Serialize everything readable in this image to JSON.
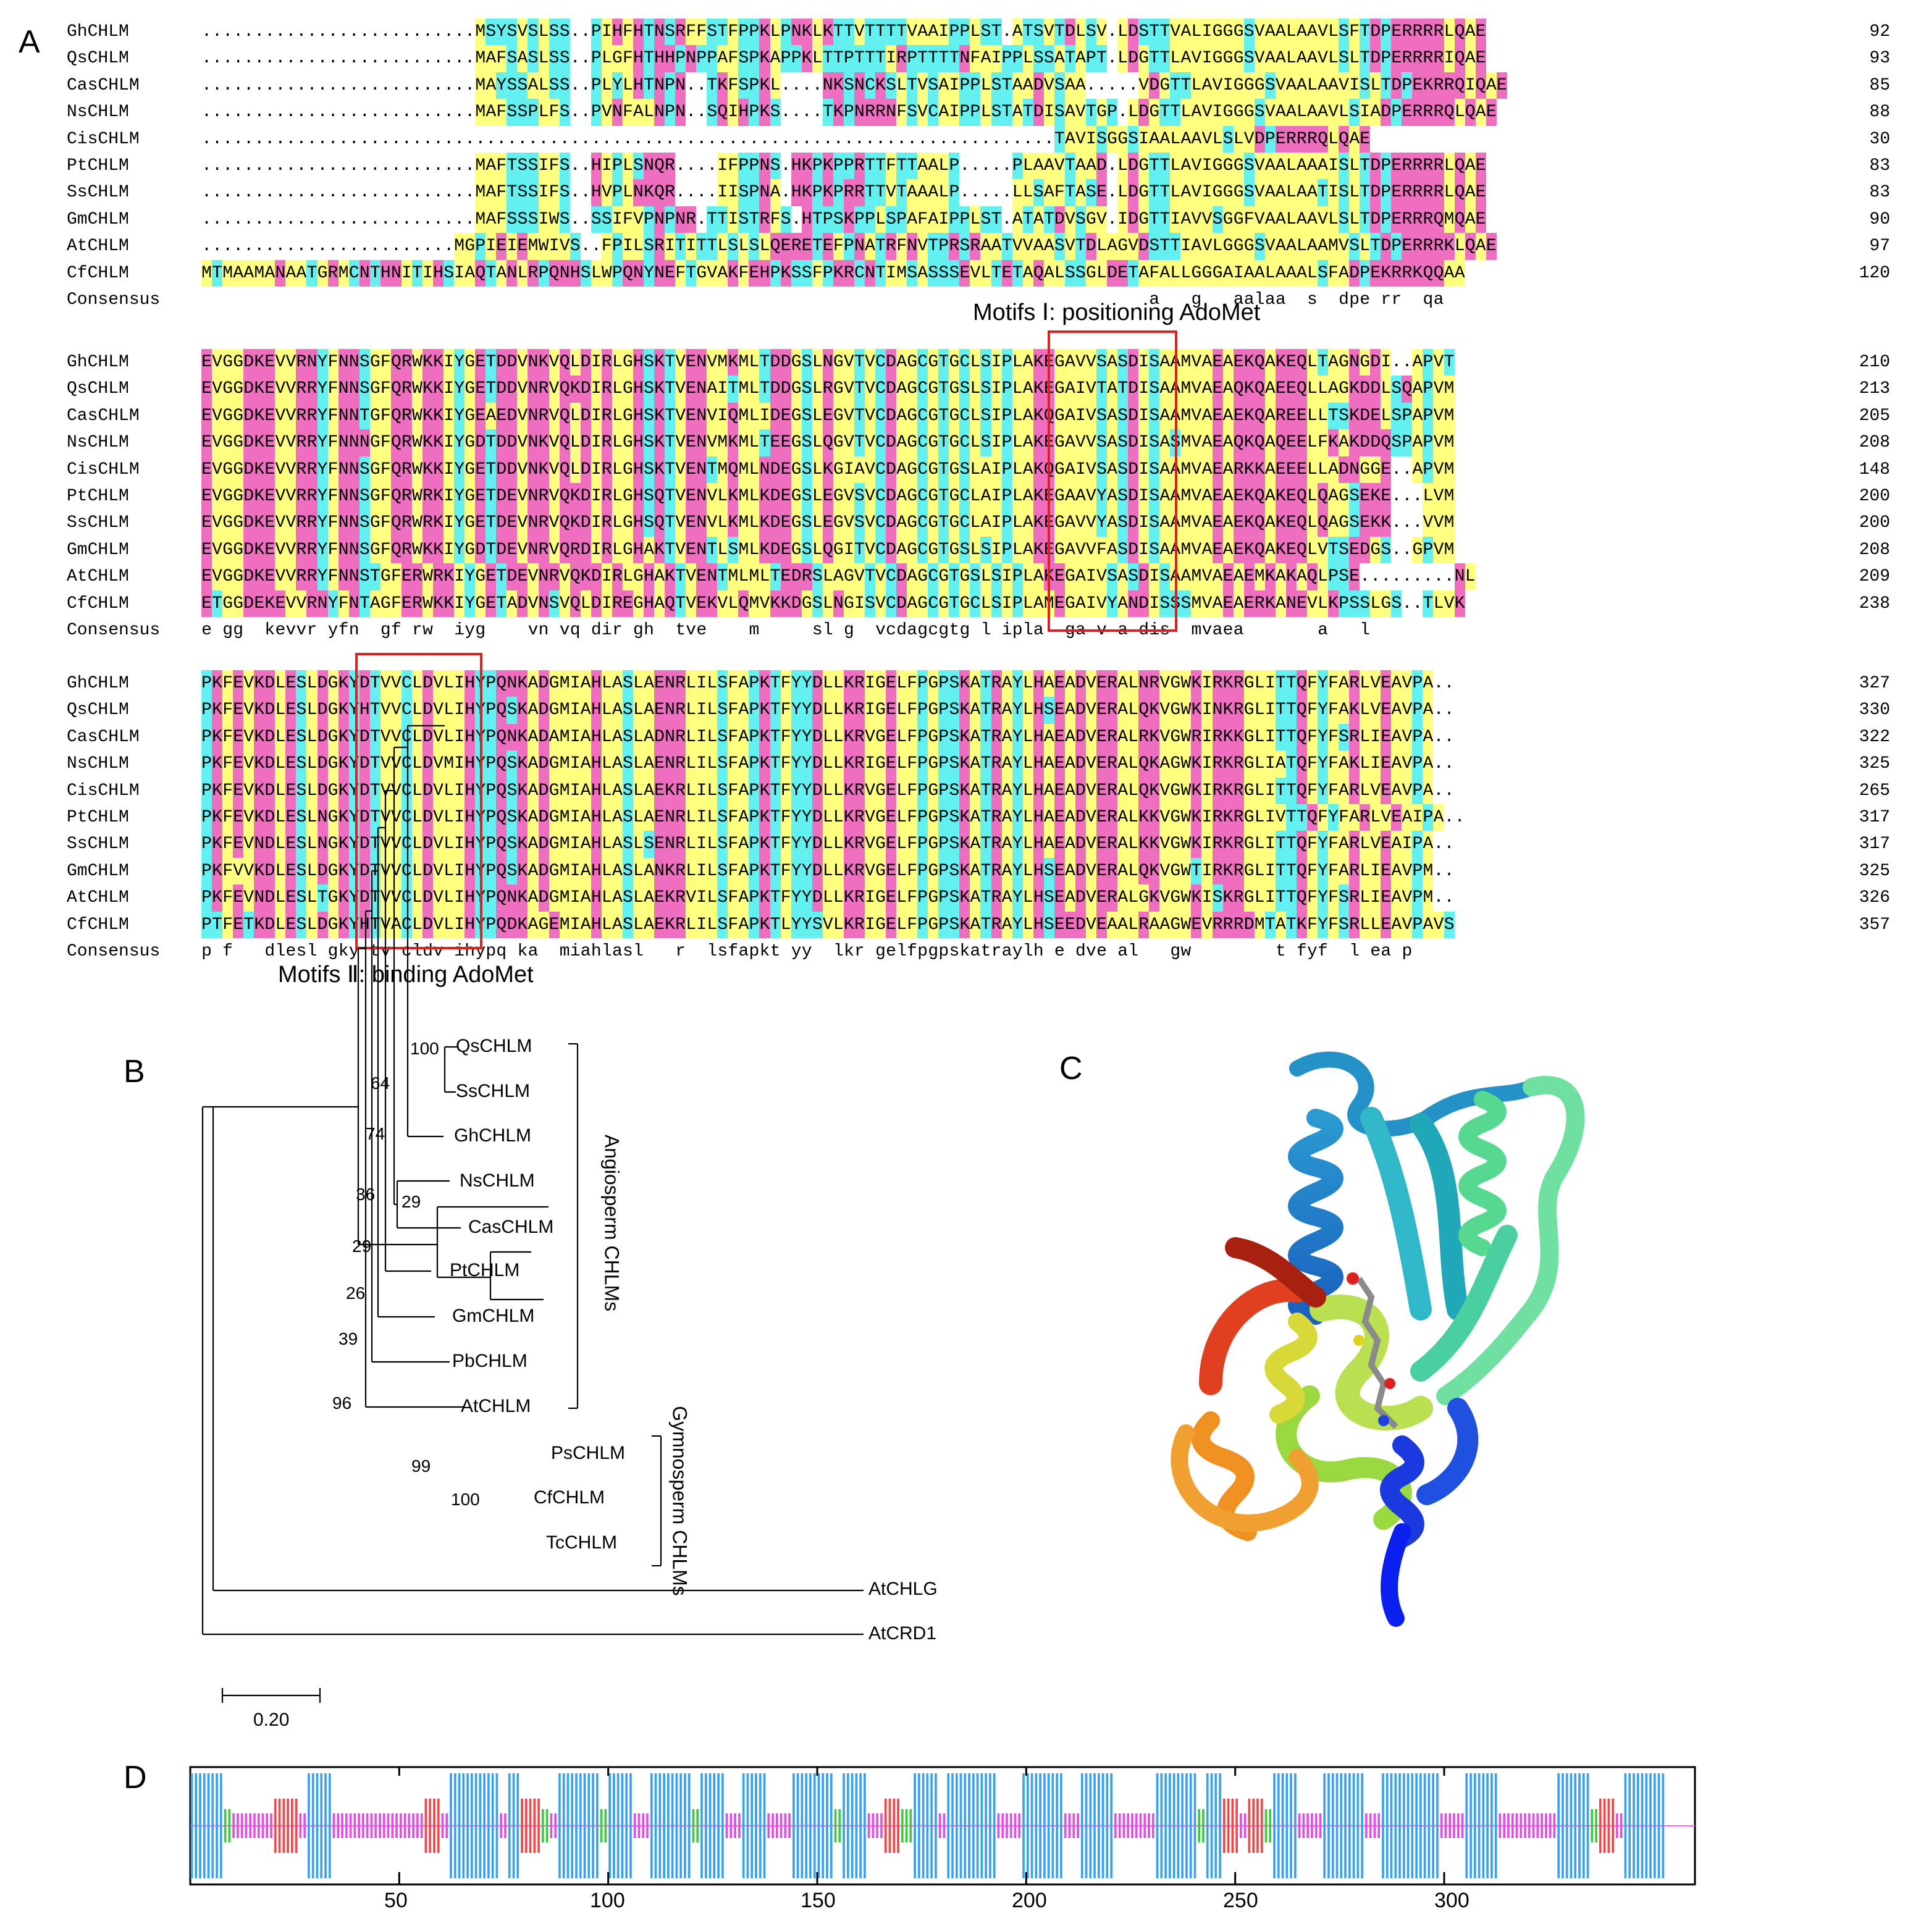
{
  "panels": {
    "a": "A",
    "b": "B",
    "c": "C",
    "d": "D"
  },
  "colors": {
    "yellow": "#ffff80",
    "pink": "#f06ec0",
    "cyan": "#63f0f0",
    "motif_box": "#e02020"
  },
  "alignment": {
    "blocks": [
      {
        "rows": [
          {
            "name": "GhCHLM",
            "seq": "..........................MSYSVSLSS..PIHFHTNSRFFSTFPPKLPNKLKTTVTTTTVAAIPPLST.ATSVTDLSV.LDSTTVALIGGGSVAALAAVLSFTDPERRRRLQAE",
            "num": "92"
          },
          {
            "name": "QsCHLM",
            "seq": "..........................MAFSASLSS..PLGFHTHHPNPPAFSPKAPPKLTTPTTTIRPTTTTNFAIPPLSSATAPT.LDGTTLAVIGGGSVAALAAVLSLTDPERRRRIQAE",
            "num": "93"
          },
          {
            "name": "CasCHLM",
            "seq": "..........................MAYSSALSS..PLYLHTNPN..TKFSPKL....NKSNCKSLTVSAIPPLSTAADVSAA.....VDGTTLAVIGGGSVAALAAVISLTDPEKRRQIQAE",
            "num": "85"
          },
          {
            "name": "NsCHLM",
            "seq": "..........................MAFSSPLFS..PVNFALNPN..SQIHPKS....TKPNRRNFSVCAIPPLSTATDISAVTGP.LDGTTLAVIGGGSVAALAAVLSIADPERRRQLQAE",
            "num": "88"
          },
          {
            "name": "CisCHLM",
            "seq": ".................................................................................TAVISGGSIAALAAVLSLVDPERRRQLQAE",
            "num": "30"
          },
          {
            "name": "PtCHLM",
            "seq": "..........................MAFTSSIFS..HIPLSNQR....IFPPNS.HKPKPPRTTFTTAALP.....PLAAVTAAD.LDGTTLAVIGGGSVAALAAAISLTDPERRRRLQAE",
            "num": "83"
          },
          {
            "name": "SsCHLM",
            "seq": "..........................MAFTSSIFS..HVPLNKQR....IISPNA.HKPKPRRTTVTAAALP.....LLSAFTASE.LDGTTLAVIGGGSVAALAATISLTDPERRRRLQAE",
            "num": "83"
          },
          {
            "name": "GmCHLM",
            "seq": "..........................MAFSSSIWS..SSIFVPNPNR.TTISTRFS.HTPSKPPLSPAFAIPPLST.ATATDVSGV.IDGTTIAVVSGGFVAALAAVLSLTDPERRRQMQAE",
            "num": "90"
          },
          {
            "name": "AtCHLM",
            "seq": "........................MGPIEIEMWIVS..FPILSRITITTLSLSLQERETEFPNATRFNVTPRSRAATVVAASVTDLAGVDSTTIAVLGGGSVAALAAMVSLTDPERRRKLQAE",
            "num": "97"
          },
          {
            "name": "CfCHLM",
            "seq": "MTMAAMANAATGRMCNTHNITIHSIAQTANLRPQNHSLWPQNYNEFTGVAKFEHPKSSFPKRCNTIMSASSSEVLTETAQALSSGLDETAFALLGGGAIAALAAALSFADPEKRRKQQAA",
            "num": "120"
          },
          {
            "name": "Consensus",
            "seq": "                                                                                          a   g   aalaa  s  dpe rr  qa",
            "num": ""
          }
        ]
      },
      {
        "rows": [
          {
            "name": "GhCHLM",
            "seq": "EVGGDKEVVRNYFNNSGFQRWKKIYGETDDVNKVQLDIRLGHSKTVENVMKMLTDDGSLNGVTVCDAGCGTGCLSIPLAKEGAVVSASDISAAMVAEAEKQAKEQLTAGNGDI..APVT",
            "num": "210"
          },
          {
            "name": "QsCHLM",
            "seq": "EVGGDKEVVRRYFNNSGFQRWKKIYGETDDVNRVQKDIRLGHSKTVENAITMLTDDGSLRGVTVCDAGCGTGSLSIPLAKEGAIVTATDISAAMVAEAQKQAEEQLLAGKDDLSQAPVM",
            "num": "213"
          },
          {
            "name": "CasCHLM",
            "seq": "EVGGDKEVVRRYFNNTGFQRWKKIYGEAEDVNRVQLDIRLGHSKTVENVIQMLIDEGSLEGVTVCDAGCGTGCLSIPLAKQGAIVSASDISAAMVAEAEKQAREELLTSKDELSPAPVM",
            "num": "205"
          },
          {
            "name": "NsCHLM",
            "seq": "EVGGDKEVVRRYFNNNGFQRWKKIYGDTDDVNKVQLDIRLGHSKTVENVMKMLTEEGSLQGVTVCDAGCGTGCLSIPLAKEGAVVSASDISASMVAEAQKQAQEELFKAKDDQSPAPVM",
            "num": "208"
          },
          {
            "name": "CisCHLM",
            "seq": "EVGGDKEVVRRYFNNSGFQRWKKIYGETDDVNKVQLDIRLGHSKTVENTMQMLNDEGSLKGIAVCDAGCGTGSLAIPLAKQGAIVSASDISAAMVAEARKKAEEELLADNGGE..APVM",
            "num": "148"
          },
          {
            "name": "PtCHLM",
            "seq": "EVGGDKEVVRRYFNNSGFQRWRKIYGETDEVNRVQKDIRLGHSQTVENVLKMLKDEGSLEGVSVCDAGCGTGCLAIPLAKEGAAVYASDISAAMVAEAEKQAKEQLQAGSEKE...LVM",
            "num": "200"
          },
          {
            "name": "SsCHLM",
            "seq": "EVGGDKEVVRRYFNNSGFQRWRKIYGETDEVNRVQKDIRLGHSQTVENVLKMLKDEGSLEGVSVCDAGCGTGCLAIPLAKEGAVVYASDISAAMVAEAEKQAKEQLQAGSEKK...VVM",
            "num": "200"
          },
          {
            "name": "GmCHLM",
            "seq": "EVGGDKEVVRRYFNNSGFQRWKKIYGDTDEVNRVQRDIRLGHAKTVENTLSMLKDEGSLQGITVCDAGCGTGSLSIPLAKEGAVVFASDISAAMVAEAEKQAKEQLVTSEDGS..GPVM",
            "num": "208"
          },
          {
            "name": "AtCHLM",
            "seq": "EVGGDKEVVRRYFNNSTGFERWRKIYGETDEVNRVQKDIRLGHAKTVENTMLMLTEDRSLAGVTVCDAGCGTGSLSIPLAKEGAIVSASDISAAMVAEAEMKAKAQLPSE.........NL",
            "num": "209"
          },
          {
            "name": "CfCHLM",
            "seq": "ETGGDEKEVVRNYFNTAGFERWKKIYGETADVNSVQLDIREGHAQTVEKVLQMVKKDGSLNGISVCDAGCGTGCLSIPLAMEGAIVYANDISSSMVAEAERKANEVLKPSSLGS..TLVK",
            "num": "238"
          },
          {
            "name": "Consensus",
            "seq": "e gg  kevvr yfn  gf rw  iyg    vn vq dir gh  tve    m     sl g  vcdagcgtg l ipla  ga v a dis  mvaea       a   l",
            "num": ""
          }
        ]
      },
      {
        "rows": [
          {
            "name": "GhCHLM",
            "seq": "PKFEVKDLESLDGKYDTVVCLDVLIHYPQNKADGMIAHLASLAENRLILSFAPKTFYYDLLKRIGELFPGPSKATRAYLHAEADVERALNRVGWKIRKRGLITTQFYFARLVEAVPA..",
            "num": "327"
          },
          {
            "name": "QsCHLM",
            "seq": "PKFEVKDLESLDGKYHTVVCLDVLIHYPQSKADGMIAHLASLAENRLILSFAPKTFYYDLLKRIGELFPGPSKATRAYLHSEADVERALQKVGWKINKRGLITTQFYFAKLVEAVPA..",
            "num": "330"
          },
          {
            "name": "CasCHLM",
            "seq": "PKFEVKDLESLDGKYDTVVCLDVLIHYPQNKADAMIAHLASLADNRLILSFAPKTFYYDLLKRVGELFPGPSKATRAYLHAEADVERALRKVGWRIRKKGLITTQFYFSRLIEAVPA..",
            "num": "322"
          },
          {
            "name": "NsCHLM",
            "seq": "PKFEVKDLESLDGKYDTVVCLDVMIHYPQSKADGMIAHLASLAENRLILSFAPKTFYYDLLKRIGELFPGPSKATRAYLHAEADVERALQKAGWKIRKRGLIATQFYFAKLIEAVPA..",
            "num": "325"
          },
          {
            "name": "CisCHLM",
            "seq": "PKFEVKDLESLDGKYDTVVCLDVLIHYPQSKADGMIAHLASLAEKRLILSFAPKTFYYDLLKRVGELFPGPSKATRAYLHAEADVERALQKVGWKIRKRGLITTQFYFARLVEAVPA..",
            "num": "265"
          },
          {
            "name": "PtCHLM",
            "seq": "PKFEVKDLESLNGKYDTVVCLDVLIHYPQSKADGMIAHLASLAENRLILSFAPKTFYYDLLKRVGELFPGPSKATRAYLHAEADVERALKKVGWKIRKRGLIVTTQFYFARLVEAIPA..",
            "num": "317"
          },
          {
            "name": "SsCHLM",
            "seq": "PKFEVNDLESLNGKYDTVVCLDVLIHYPQSKADGMIAHLASLSENRLILSFAPKTFYYDLLKRVGELFPGPSKATRAYLHAEADVERALKKVGWKIRKRGLITTQFYFARLVEAIPA..",
            "num": "317"
          },
          {
            "name": "GmCHLM",
            "seq": "PKFVVKDLESLDGKYDTVVCLDVLIHYPQSKADGMIAHLASLANKRLILSFAPKTFYYDLLKRVGELFPGPSKATRAYLHSEADVERALQKVGWTIRKRGLITTQFYFARLIEAVPM..",
            "num": "325"
          },
          {
            "name": "AtCHLM",
            "seq": "PKFEVNDLESLTGKYDTVVCLDVLIHYPQNKADGMIAHLASLAEKRVILSFAPKTFYYDLLKRIGELFPGPSKATRAYLHSEADVERALGKVGWKISKRGLITTQFYFSRLIEAVPM..",
            "num": "326"
          },
          {
            "name": "CfCHLM",
            "seq": "PTFETKDLESLDGKYHTVACLDVLIHYPQDKAGEMIAHLASLAEKRLILSFAPKTLYYSVLKRIGELFPGPSKATRAYLHSEEDVEAALRAAGWEVRRRDMTATKFYFSRLLEAVPAVS",
            "num": "357"
          },
          {
            "name": "Consensus",
            "seq": "p f   dlesl gky tv cldv ihypq ka  miahlasl   r  lsfapkt yy  lkr gelfpgpskatraylh e dve al   gw        t fyf  l ea p",
            "num": ""
          }
        ]
      }
    ],
    "motif1_label": "Motifs  Ⅰ: positioning AdoMet",
    "motif2_label": "Motifs  Ⅱ: binding AdoMet"
  },
  "tree": {
    "leaves": [
      "QsCHLM",
      "SsCHLM",
      "GhCHLM",
      "NsCHLM",
      "CasCHLM",
      "PtCHLM",
      "GmCHLM",
      "PbCHLM",
      "AtCHLM",
      "PsCHLM",
      "CfCHLM",
      "TcCHLM",
      "AtCHLG",
      "AtCRD1"
    ],
    "bootstrap": [
      "100",
      "64",
      "74",
      "36",
      "29",
      "29",
      "26",
      "39",
      "96",
      "99",
      "100"
    ],
    "groups": [
      "Angiosperm CHLMs",
      "Gymnosperm CHLMs"
    ],
    "scale_label": "0.20"
  },
  "track": {
    "ticks": [
      "50",
      "100",
      "150",
      "200",
      "250",
      "300"
    ]
  }
}
